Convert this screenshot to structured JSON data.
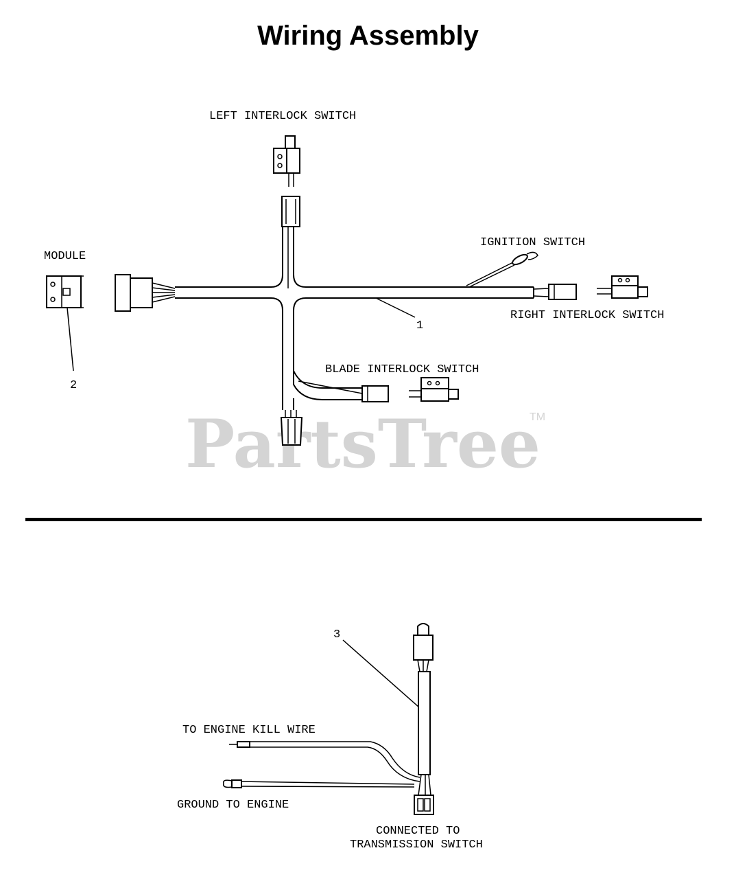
{
  "title": "Wiring Assembly",
  "watermark": {
    "text": "PartsTree",
    "trademark": "TM"
  },
  "labels": {
    "left_interlock": "LEFT INTERLOCK SWITCH",
    "module": "MODULE",
    "ignition": "IGNITION SWITCH",
    "right_interlock": "RIGHT INTERLOCK SWITCH",
    "blade_interlock": "BLADE INTERLOCK SWITCH",
    "engine_kill": "TO ENGINE KILL WIRE",
    "ground": "GROUND TO ENGINE",
    "connected_line1": "CONNECTED TO",
    "connected_line2": "TRANSMISSION SWITCH"
  },
  "callouts": {
    "harness": "1",
    "module_part": "2",
    "lower_harness": "3"
  }
}
